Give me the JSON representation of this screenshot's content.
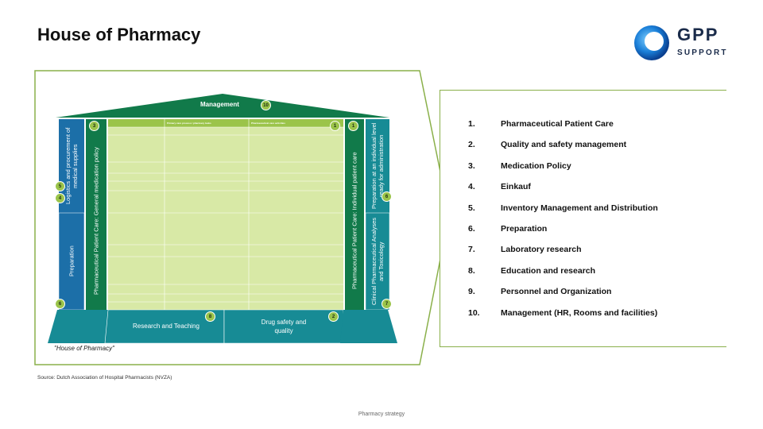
{
  "title": "House of Pharmacy",
  "logo": {
    "line1": "GPP",
    "line2": "SUPPORT"
  },
  "house": {
    "roof_label": "Management",
    "roof_badge": "10",
    "left_pillar_1": "Logistics and procurement of medical supplies",
    "left_pillar_2": "Preparation",
    "left_pillar_3": "Pharmaceutical Patient Care: General medication policy",
    "right_pillar_1": "Pharmaceutical Patient Care: Individual patient care",
    "right_pillar_2": "Preparation at an individual level ready for administration",
    "right_pillar_3": "Clinical Pharmaceutical Analyses and Toxicology",
    "base_middle_left": "Research and Teaching",
    "base_middle_right": "Drug safety and quality",
    "badges": {
      "b3": "3",
      "b1a": "1",
      "b1b": "1",
      "b5": "5",
      "b4": "4",
      "b6a": "6",
      "b6b": "6",
      "b7": "7",
      "b8": "8",
      "b2": "2"
    },
    "grid_header_1": "Primary care process / pharmacy tasks",
    "grid_header_2": "Pharmaceutical care activities"
  },
  "caption": "\"House of Pharmacy\"",
  "source": "Source: Dutch Association of Hospital Pharmacists (NVZA)",
  "footer": "Pharmacy strategy",
  "list": [
    {
      "num": "1.",
      "label": "Pharmaceutical Patient Care"
    },
    {
      "num": "2.",
      "label": "Quality and safety management"
    },
    {
      "num": "3.",
      "label": "Medication Policy"
    },
    {
      "num": "4.",
      "label": "Einkauf"
    },
    {
      "num": "5.",
      "label": "Inventory Management and Distribution"
    },
    {
      "num": "6.",
      "label": "Preparation"
    },
    {
      "num": "7.",
      "label": "Laboratory research"
    },
    {
      "num": "8.",
      "label": "Education and research"
    },
    {
      "num": "9.",
      "label": "Personnel and Organization"
    },
    {
      "num": "10.",
      "label": "Management (HR, Rooms and facilities)"
    }
  ],
  "colors": {
    "dark_green": "#117a4a",
    "teal": "#178b95",
    "blue": "#1c6fa8",
    "light_green": "#d8e9a6",
    "badge_green": "#9bc44a",
    "callout_border": "#8ab04a"
  }
}
